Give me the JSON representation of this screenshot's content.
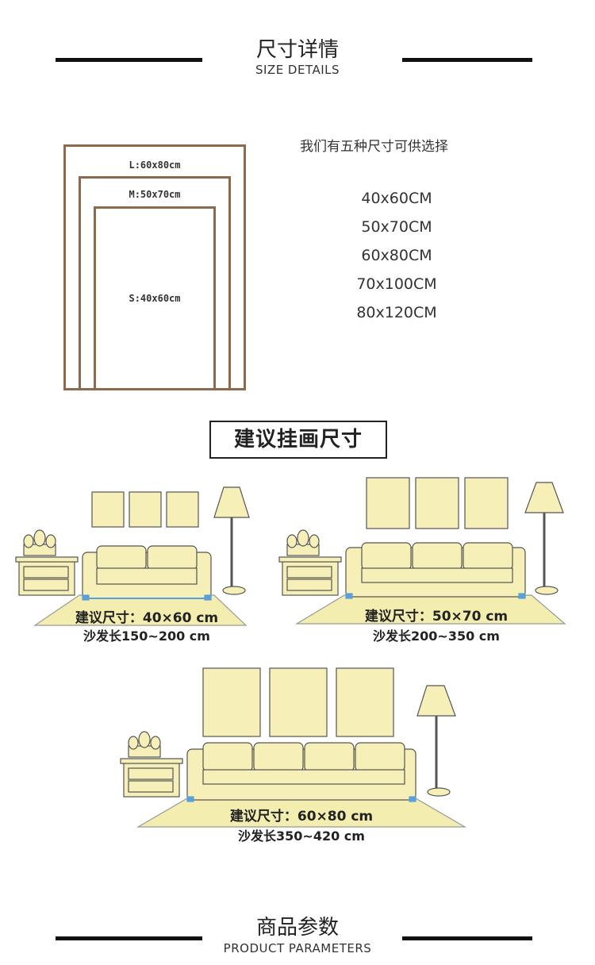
{
  "size_header": {
    "title": "尺寸详情",
    "subtitle": "SIZE DETAILS"
  },
  "frames": {
    "large": "L:60x80cm",
    "medium": "M:50x70cm",
    "small": "S:40x60cm",
    "color": "#8b6a4e"
  },
  "size_intro": "我们有五种尺寸可供选择",
  "sizes": [
    "40x60CM",
    "50x70CM",
    "60x80CM",
    "70x100CM",
    "80x120CM"
  ],
  "suggest_title": "建议挂画尺寸",
  "scenes": [
    {
      "suggest": "建议尺寸：40×60 cm",
      "sofa": "沙发长150~200 cm"
    },
    {
      "suggest": "建议尺寸：50×70 cm",
      "sofa": "沙发长200~350 cm"
    },
    {
      "suggest": "建议尺寸：60×80  cm",
      "sofa": "沙发长350~420 cm"
    }
  ],
  "params_header": {
    "title": "商品参数",
    "subtitle": "PRODUCT PARAMETERS"
  },
  "colors": {
    "cream": "#f6f0b8",
    "outline": "#555555",
    "rug": "#f3edb0",
    "accent_blue": "#5aa0d8"
  }
}
